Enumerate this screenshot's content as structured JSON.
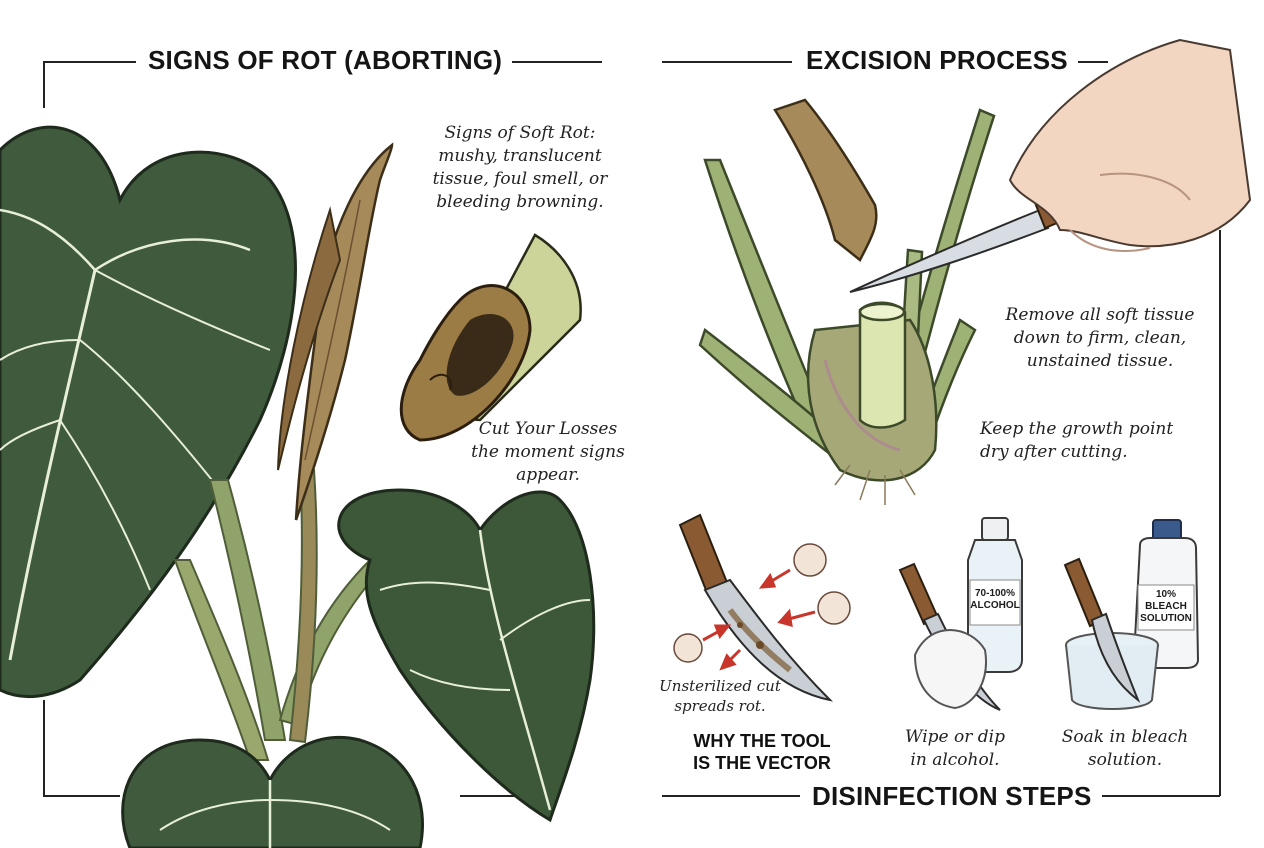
{
  "headings": {
    "rot": "SIGNS OF ROT (ABORTING)",
    "excision": "EXCISION PROCESS",
    "disinfection": "DISINFECTION STEPS"
  },
  "notes": {
    "soft_rot": [
      "Signs of Soft Rot:",
      "mushy, translucent",
      "tissue, foul smell, or",
      "bleeding browning."
    ],
    "cut_losses": [
      "Cut Your Losses",
      "the moment signs",
      "appear."
    ],
    "remove_tissue": [
      "Remove all soft tissue",
      "down to firm, clean,",
      "unstained tissue."
    ],
    "keep_dry": [
      "Keep the growth point",
      "dry after cutting."
    ],
    "unsterilized": [
      "Unsterilized cut",
      "spreads rot."
    ],
    "wipe": [
      "Wipe or dip",
      "in alcohol."
    ],
    "soak": [
      "Soak in bleach",
      "solution."
    ]
  },
  "vector_caption": [
    "WHY THE TOOL",
    "IS THE VECTOR"
  ],
  "bottle_labels": {
    "alcohol": [
      "70-100%",
      "ALCOHOL"
    ],
    "bleach": [
      "10%",
      "BLEACH",
      "SOLUTION"
    ]
  },
  "icons": [
    "leaf-icon",
    "rotting-stem-icon",
    "knife-icon",
    "hand-icon",
    "bacteria-icon",
    "bottle-icon",
    "cloth-icon",
    "bowl-icon"
  ],
  "colors": {
    "leaf_dark": "#3f5a3c",
    "leaf_vein": "#e8efd8",
    "stem": "#8fa36a",
    "rot_brown": "#8a6a3e",
    "arrow_red": "#c8362b",
    "bottle_cap": "#3a5a8c"
  }
}
